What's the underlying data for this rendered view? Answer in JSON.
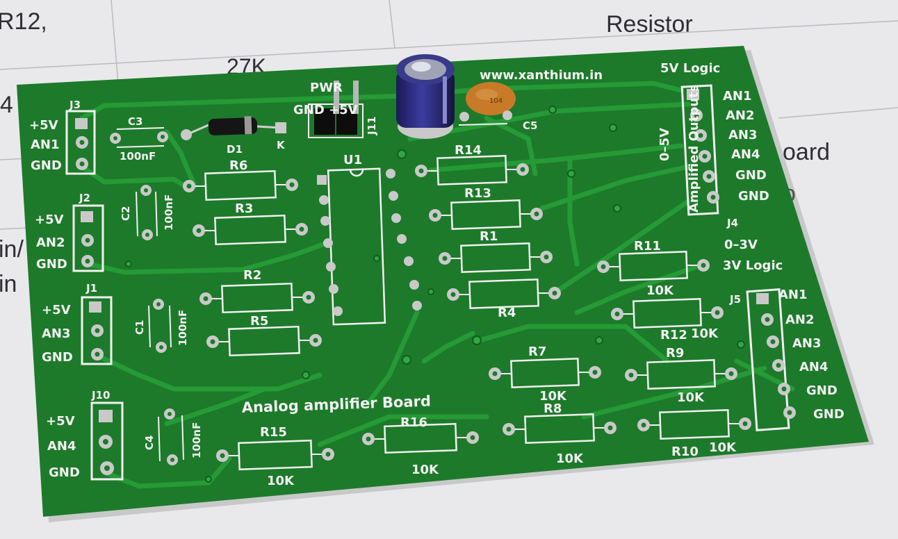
{
  "background_paper": {
    "fragments": [
      "R12,",
      "27K",
      "Resistor",
      "4",
      "oard",
      "in/",
      "in",
      "o"
    ]
  },
  "board": {
    "url": "www.xanthium.in",
    "title": "Analog amplifier Board",
    "power_header": {
      "label": "PWR",
      "pins": "GND  +5V",
      "ref": "J11"
    },
    "input_connectors": [
      {
        "ref": "J3",
        "pins": [
          "+5V",
          "AN1",
          "GND"
        ]
      },
      {
        "ref": "J2",
        "pins": [
          "+5V",
          "AN2",
          "GND"
        ]
      },
      {
        "ref": "J1",
        "pins": [
          "+5V",
          "AN3",
          "GND"
        ]
      },
      {
        "ref": "J10",
        "pins": [
          "+5V",
          "AN4",
          "GND"
        ]
      }
    ],
    "output_5v": {
      "heading": "5V Logic",
      "vertical_label_1": "0–5V",
      "vertical_label_2": "Amplified Outputs",
      "ref": "J4",
      "pins": [
        "AN1",
        "AN2",
        "AN3",
        "AN4",
        "GND",
        "GND"
      ]
    },
    "output_3v": {
      "heading_1": "0–3V",
      "heading_2": "3V Logic",
      "ref": "J5",
      "pins": [
        "AN1",
        "AN2",
        "AN3",
        "AN4",
        "GND",
        "GND"
      ]
    },
    "capacitors": [
      {
        "ref": "C3",
        "value": "100nF"
      },
      {
        "ref": "C2",
        "value": "100nF"
      },
      {
        "ref": "C1",
        "value": "100nF"
      },
      {
        "ref": "C4",
        "value": "100nF"
      },
      {
        "ref": "C5",
        "value": "104"
      }
    ],
    "diode": {
      "ref": "D1",
      "cathode": "K"
    },
    "ic": {
      "ref": "U1"
    },
    "resistors": [
      {
        "ref": "R6",
        "value": ""
      },
      {
        "ref": "R3",
        "value": ""
      },
      {
        "ref": "R2",
        "value": ""
      },
      {
        "ref": "R5",
        "value": ""
      },
      {
        "ref": "R14",
        "value": ""
      },
      {
        "ref": "R13",
        "value": ""
      },
      {
        "ref": "R1",
        "value": ""
      },
      {
        "ref": "R4",
        "value": ""
      },
      {
        "ref": "R11",
        "value": "10K"
      },
      {
        "ref": "R12",
        "value": "10K"
      },
      {
        "ref": "R7",
        "value": "10K"
      },
      {
        "ref": "R9",
        "value": "10K"
      },
      {
        "ref": "R8",
        "value": "10K"
      },
      {
        "ref": "R10",
        "value": "10K"
      },
      {
        "ref": "R15",
        "value": "10K"
      },
      {
        "ref": "R16",
        "value": "10K"
      }
    ],
    "colors": {
      "solder_mask": "#1d7a2a",
      "trace": "#259a36",
      "silkscreen": "#f2f2f2",
      "pad": "#c9c9c9",
      "electrolytic": "#2a2a7a",
      "ceramic": "#c87a28"
    }
  }
}
